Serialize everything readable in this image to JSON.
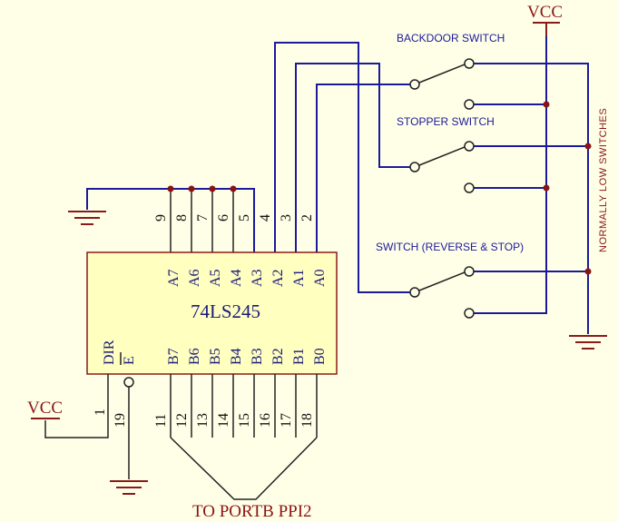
{
  "chip": {
    "name": "74LS245",
    "top_pins": [
      {
        "num": "9",
        "name": "A7"
      },
      {
        "num": "8",
        "name": "A6"
      },
      {
        "num": "7",
        "name": "A5"
      },
      {
        "num": "6",
        "name": "A4"
      },
      {
        "num": "5",
        "name": "A3"
      },
      {
        "num": "4",
        "name": "A2"
      },
      {
        "num": "3",
        "name": "A1"
      },
      {
        "num": "2",
        "name": "A0"
      }
    ],
    "bottom_pins": [
      {
        "num": "11",
        "name": "B7"
      },
      {
        "num": "12",
        "name": "B6"
      },
      {
        "num": "13",
        "name": "B5"
      },
      {
        "num": "14",
        "name": "B4"
      },
      {
        "num": "15",
        "name": "B3"
      },
      {
        "num": "16",
        "name": "B2"
      },
      {
        "num": "17",
        "name": "B1"
      },
      {
        "num": "18",
        "name": "B0"
      }
    ],
    "dir_label": "DIR",
    "enable_label": "E",
    "dir_pin": "1",
    "enable_pin": "19"
  },
  "labels": {
    "vcc_top": "VCC",
    "vcc_left": "VCC",
    "backdoor_switch": "BACKDOOR SWITCH",
    "stopper_switch": "STOPPER SWITCH",
    "reverse_stop_switch": "SWITCH (REVERSE & STOP)",
    "normally_low": "NORMALLY LOW SWITCHES",
    "to_portb": "TO PORTB PPI2"
  }
}
